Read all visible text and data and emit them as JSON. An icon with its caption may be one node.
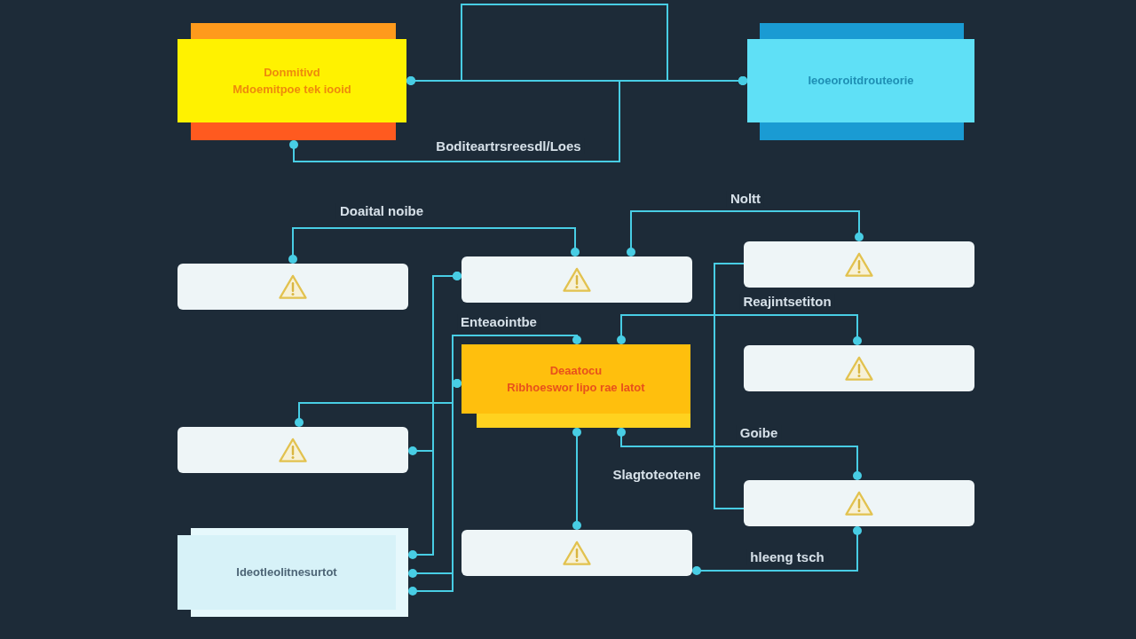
{
  "diagram": {
    "nodes": [
      {
        "text": [
          "Donmitivd",
          "Mdoemitpoe tek iooid"
        ]
      },
      {
        "text": [
          "Ieoeoroitdrouteorie"
        ]
      },
      {
        "text": [],
        "shape": "box"
      },
      {
        "text": [],
        "shape": "box"
      },
      {
        "text": [],
        "shape": "box"
      },
      {
        "text": [
          "Deaatocu",
          "Ribhoeswor lipo rae latot"
        ]
      },
      {
        "text": [],
        "shape": "box"
      },
      {
        "text": [],
        "shape": "box"
      },
      {
        "text": [],
        "shape": "box"
      },
      {
        "text": [],
        "shape": "box"
      },
      {
        "text": [
          "Ideotleolitnesurtot"
        ]
      }
    ],
    "edges": [
      {
        "from": 0,
        "to": 1,
        "arrow": "other"
      },
      {
        "from": 0,
        "to": 1,
        "arrow": "other",
        "label": "Boditeartrsreesdl/Loes"
      },
      {
        "from": 0,
        "to": 1,
        "arrow": "other"
      },
      {
        "from": 2,
        "to": 3,
        "arrow": "other",
        "label": "Doaital noibe"
      },
      {
        "from": 3,
        "to": 4,
        "arrow": "other",
        "label": "Noltt"
      },
      {
        "from": 4,
        "to": 8,
        "arrow": "none"
      },
      {
        "from": 5,
        "to": 6,
        "arrow": "other",
        "label": "Reajintsetiton"
      },
      {
        "from": 5,
        "to": 8,
        "arrow": "other",
        "label": "Goibe"
      },
      {
        "from": 5,
        "to": 9,
        "arrow": "other"
      },
      {
        "from": 9,
        "to": 8,
        "arrow": "other",
        "label": "hleeng tsch"
      },
      {
        "from": 3,
        "to": 10,
        "arrow": "other"
      },
      {
        "from": 7,
        "to": 3,
        "arrow": "other"
      },
      {
        "from": 7,
        "to": 5,
        "arrow": "other"
      },
      {
        "from": 10,
        "to": 5,
        "arrow": "other",
        "label": "Enteaointbe"
      },
      {
        "from": 10,
        "to": 5,
        "arrow": "other"
      }
    ],
    "labels": [
      "Slagtoteotene"
    ]
  }
}
